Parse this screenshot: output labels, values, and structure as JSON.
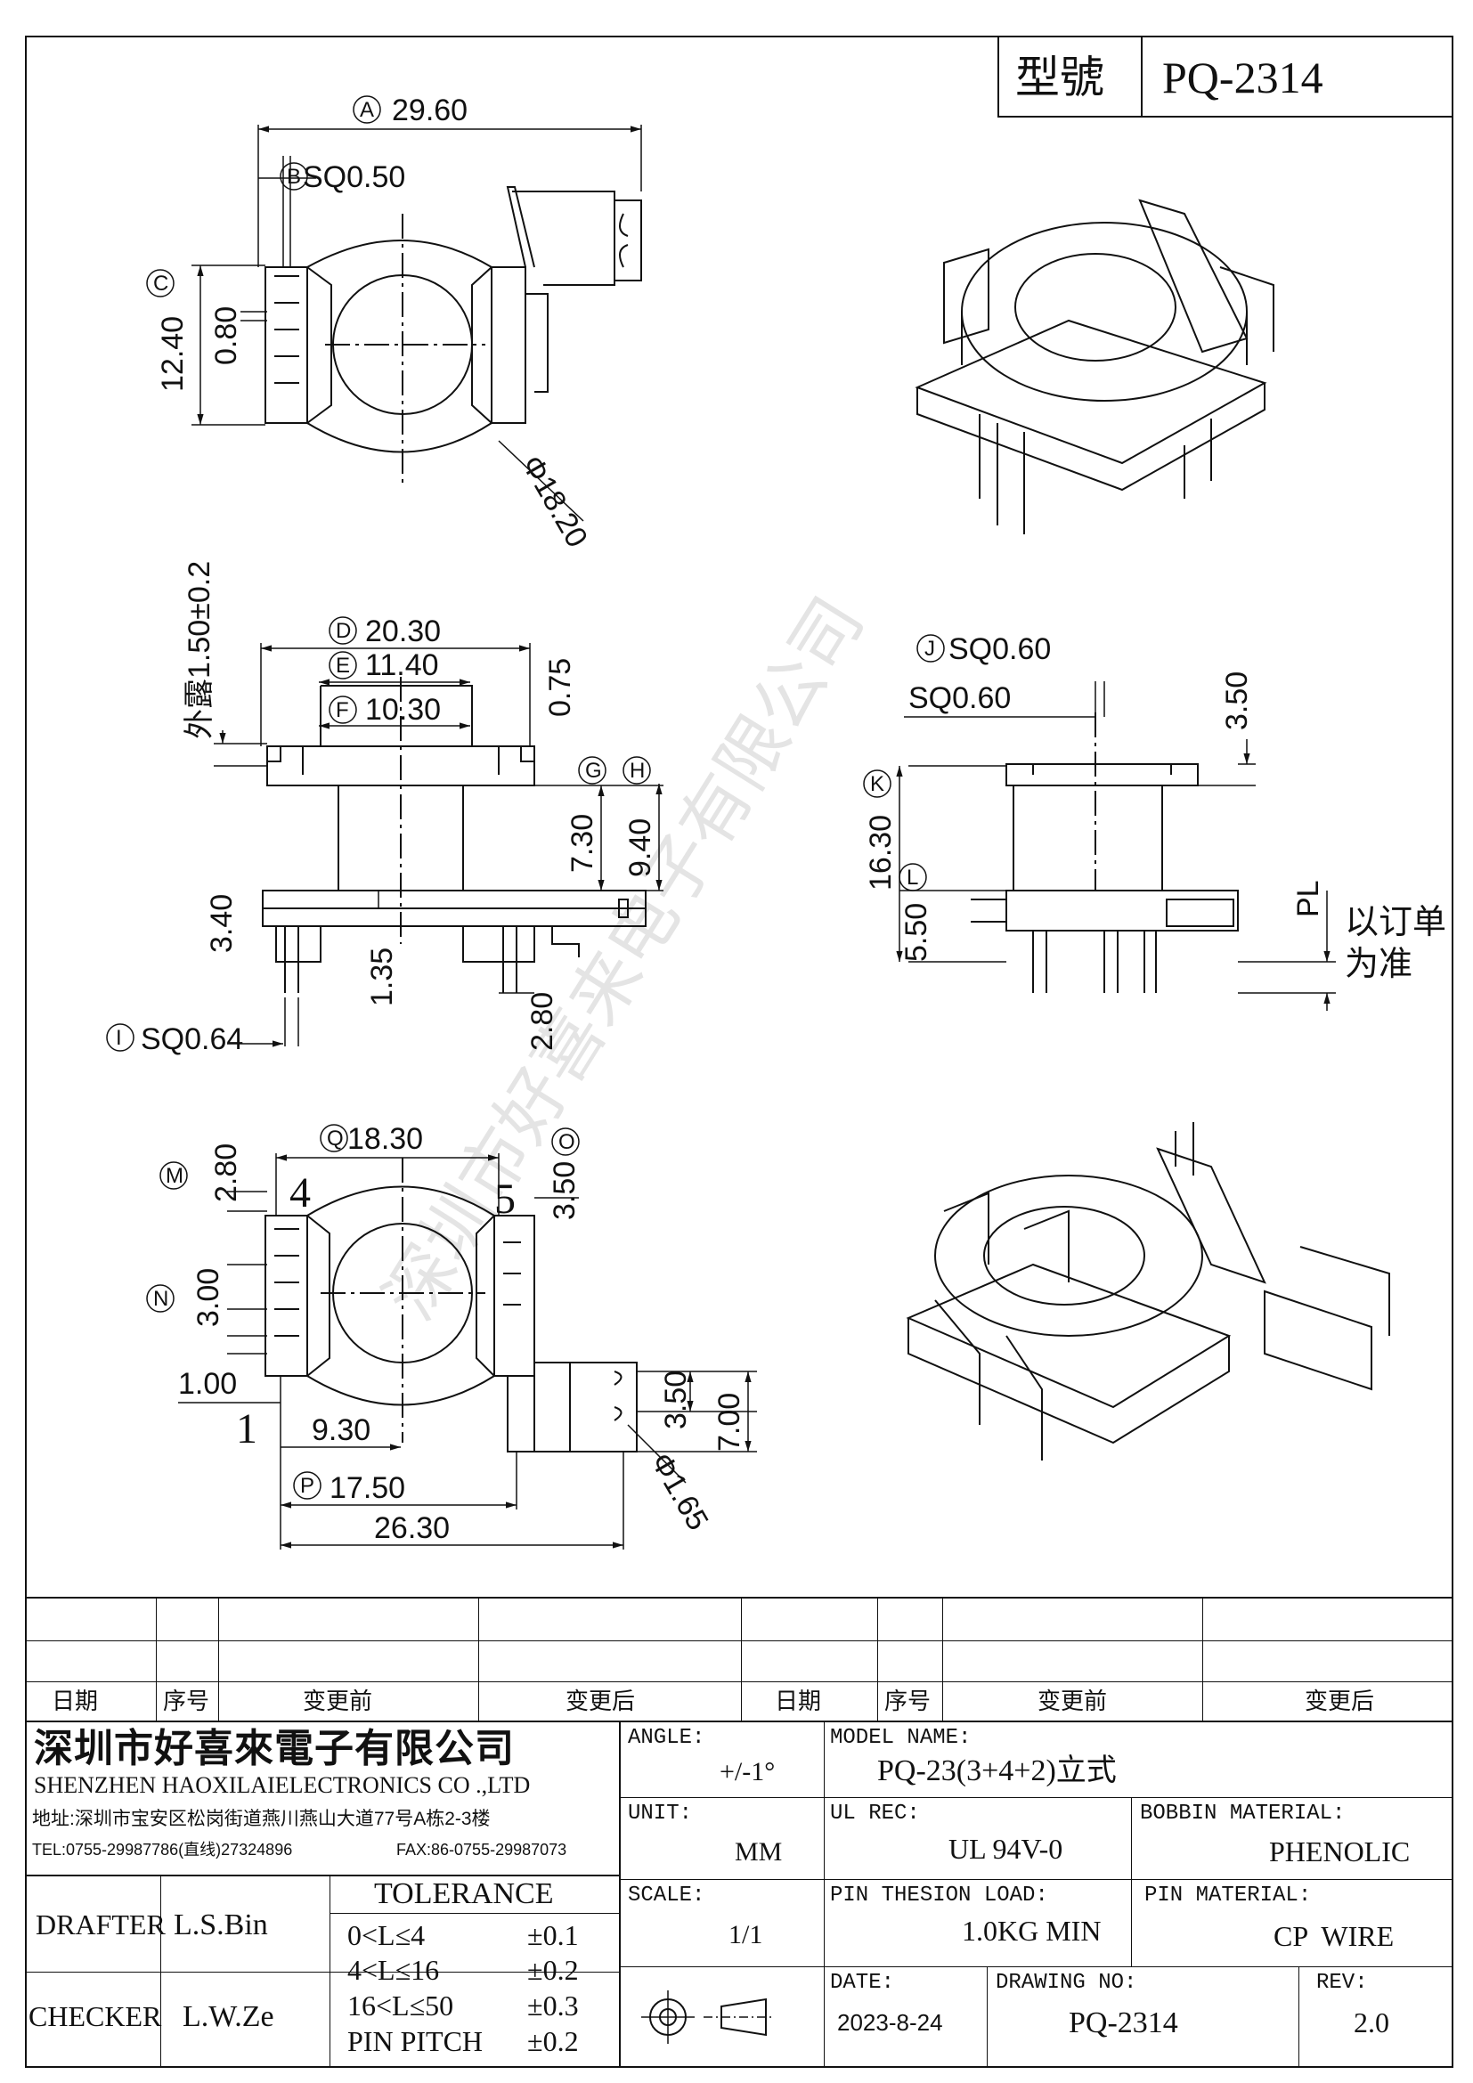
{
  "header": {
    "model_label": "型號",
    "model_value": "PQ-2314"
  },
  "watermark": "深圳市好喜来电子有限公司",
  "views": {
    "top": {
      "dims": [
        "29.60",
        "SQ0.50",
        "12.40",
        "0.80",
        "Φ18.20"
      ],
      "letters": [
        "A",
        "B",
        "C"
      ]
    },
    "front": {
      "dims": [
        "20.30",
        "11.40",
        "10.30",
        "0.75",
        "7.30",
        "9.40",
        "3.40",
        "1.35",
        "2.80",
        "SQ0.64",
        "外露1.50±0.2"
      ],
      "letters": [
        "D",
        "E",
        "F",
        "G",
        "H",
        "I"
      ]
    },
    "side": {
      "dims": [
        "SQ0.60",
        "SQ0.60",
        "3.50",
        "16.30",
        "5.50",
        "PL"
      ],
      "letters": [
        "J",
        "K",
        "L"
      ],
      "note_line1": "以订单",
      "note_line2": "为准"
    },
    "bottom": {
      "dims": [
        "18.30",
        "2.80",
        "3.50",
        "3.00",
        "1.00",
        "9.30",
        "17.50",
        "26.30",
        "3.50",
        "7.00",
        "Φ1.65"
      ],
      "letters": [
        "Q",
        "M",
        "O",
        "N",
        "P"
      ],
      "pin_labels": [
        "4",
        "5",
        "1"
      ]
    }
  },
  "revision_table": {
    "headers": [
      "日期",
      "序号",
      "变更前",
      "变更后",
      "日期",
      "序号",
      "变更前",
      "变更后"
    ]
  },
  "company": {
    "name_cn": "深圳市好喜來電子有限公司",
    "name_en": "SHENZHEN HAOXILAIELECTRONICS CO .,LTD",
    "address": "地址:深圳市宝安区松岗街道燕川燕山大道77号A栋2-3楼",
    "tel": "TEL:0755-29987786(直线)27324896",
    "fax": "FAX:86-0755-29987073"
  },
  "title_block": {
    "angle_label": "ANGLE:",
    "angle_value": "+/-1°",
    "model_name_label": "MODEL NAME:",
    "model_name_value": "PQ-23(3+4+2)立式",
    "unit_label": "UNIT:",
    "unit_value": "MM",
    "ul_rec_label": "UL REC:",
    "ul_rec_value": "UL 94V-0",
    "bobbin_material_label": "BOBBIN MATERIAL:",
    "bobbin_material_value": "PHENOLIC",
    "scale_label": "SCALE:",
    "scale_value": "1/1",
    "pin_thesion_load_label": "PIN THESION LOAD:",
    "pin_thesion_load_value": "1.0KG MIN",
    "pin_material_label": "PIN MATERIAL:",
    "pin_material_value": "CP  WIRE",
    "date_label": "DATE:",
    "date_value": "2023-8-24",
    "drawing_no_label": "DRAWING NO:",
    "drawing_no_value": "PQ-2314",
    "rev_label": "REV:",
    "rev_value": "2.0",
    "drafter_label": "DRAFTER",
    "drafter_value": "L.S.Bin",
    "checker_label": "CHECKER",
    "checker_value": "L.W.Ze",
    "tolerance_title": "TOLERANCE",
    "tolerance_rows": [
      {
        "range": "0<L≤4",
        "value": "±0.1"
      },
      {
        "range": "4<L≤16",
        "value": "±0.2"
      },
      {
        "range": "16<L≤50",
        "value": "±0.3"
      },
      {
        "range": "PIN PITCH",
        "value": "±0.2"
      }
    ]
  }
}
